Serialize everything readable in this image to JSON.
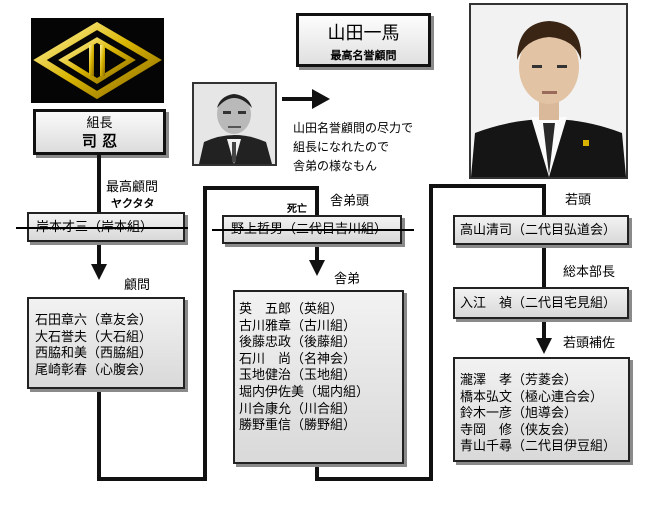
{
  "title_box": {
    "name": "山田一馬",
    "title": "最高名誉顧問"
  },
  "quote": {
    "lines": [
      "山田名誉顧問の尽力で",
      "組長になれたので",
      "舎弟の様なもん"
    ]
  },
  "boss": {
    "role": "組長",
    "name": "司 忍"
  },
  "saiko_komon": {
    "label_top": "最高顧問",
    "label_bottom": "ヤクタタ",
    "name": "岸本才三（岸本組）"
  },
  "komon": {
    "label": "顧問",
    "members": [
      "石田章六（章友会）",
      "大石誉夫（大石組）",
      "西脇和美（西脇組）",
      "尾崎彰春（心腹会）"
    ]
  },
  "shateigashira": {
    "label": "舎弟頭",
    "note": "死亡",
    "name": "野上哲男（二代目吉川組）"
  },
  "shatei": {
    "label": "舎弟",
    "members": [
      "英　五郎（英組）",
      "古川雅章（古川組）",
      "後藤忠政（後藤組）",
      "石川　尚（名神会）",
      "玉地健治（玉地組）",
      "堀内伊佐美（堀内組）",
      "川合康允（川合組）",
      "勝野重信（勝野組）"
    ]
  },
  "wakagashira": {
    "label": "若頭",
    "name": "高山清司（二代目弘道会）"
  },
  "sohonbucho": {
    "label": "総本部長",
    "name": "入江　禎（二代目宅見組）"
  },
  "wakagashira_hosa": {
    "label": "若頭補佐",
    "members": [
      "瀧澤　孝（芳菱会）",
      "橋本弘文（極心連合会）",
      "鈴木一彦（旭導会）",
      "寺岡　修（侠友会）",
      "青山千尋（二代目伊豆組）"
    ]
  },
  "colors": {
    "logo_bg": "#0a0a0a",
    "logo_gold": "#d8b400",
    "box_border": "#222222",
    "line": "#111111"
  }
}
